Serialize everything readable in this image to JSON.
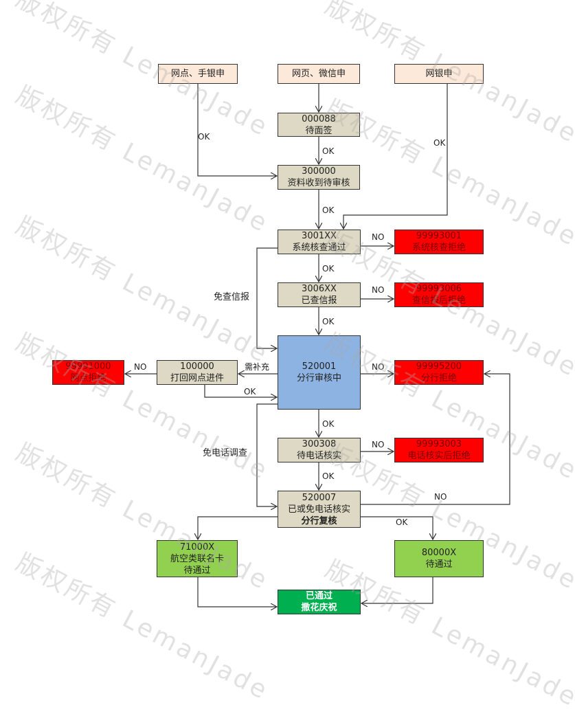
{
  "watermark": {
    "text": "版权所有 LemanJade"
  },
  "nodes": {
    "wangdian": {
      "line1": "网点、手银申"
    },
    "wangye": {
      "line1": "网页、微信申"
    },
    "wangyin": {
      "line1": "网银申"
    },
    "n000088": {
      "code": "000088",
      "line1": "待面签"
    },
    "n300000": {
      "code": "300000",
      "line1": "资料收到待审核"
    },
    "n3001xx": {
      "code": "3001XX",
      "line1": "系统核查通过"
    },
    "n99993001": {
      "code": "99993001",
      "line1": "系统核查拒绝"
    },
    "n3006xx": {
      "code": "3006XX",
      "line1": "已查信报"
    },
    "n99993006": {
      "code": "99993006",
      "line1": "查信报后拒绝"
    },
    "n520001": {
      "code": "520001",
      "line1": "分行审核中"
    },
    "n99995200": {
      "code": "99995200",
      "line1": "分行拒绝"
    },
    "n100000": {
      "code": "100000",
      "line1": "打回网点进件"
    },
    "n99991000": {
      "code": "99991000",
      "line1": "网点拒绝"
    },
    "n300308": {
      "code": "300308",
      "line1": "待电话核实"
    },
    "n99993003": {
      "code": "99993003",
      "line1": "电话核实后拒绝"
    },
    "n520007": {
      "code": "520007",
      "line1": "已或免电话核实",
      "line2": "分行复核"
    },
    "n71000x": {
      "code": "71000X",
      "line1": "航空类联名卡",
      "line2": "待通过"
    },
    "n80000x": {
      "code": "80000X",
      "line1": "待通过"
    },
    "passed": {
      "line1": "已通过",
      "line2": "撒花庆祝"
    }
  },
  "edge_labels": {
    "ok_wangdian": "OK",
    "ok_000088": "OK",
    "ok_300000": "OK",
    "ok_wangyin": "OK",
    "no_3001": "NO",
    "ok_3001": "OK",
    "skip_credit": "免查信报",
    "no_3006": "NO",
    "ok_3006": "OK",
    "need_more": "需补充",
    "no_100000": "NO",
    "ok_100000": "OK",
    "no_520001": "NO",
    "ok_520001": "OK",
    "skip_phone": "免电话调查",
    "no_300308": "NO",
    "ok_300308": "OK",
    "no_520007": "NO",
    "ok_520007": "OK"
  },
  "colors": {
    "peach": "#fde9d9",
    "tan": "#ddd9c4",
    "red": "#ff0000",
    "blue": "#8db3e2",
    "green": "#92d050",
    "dark_green": "#00b050"
  }
}
